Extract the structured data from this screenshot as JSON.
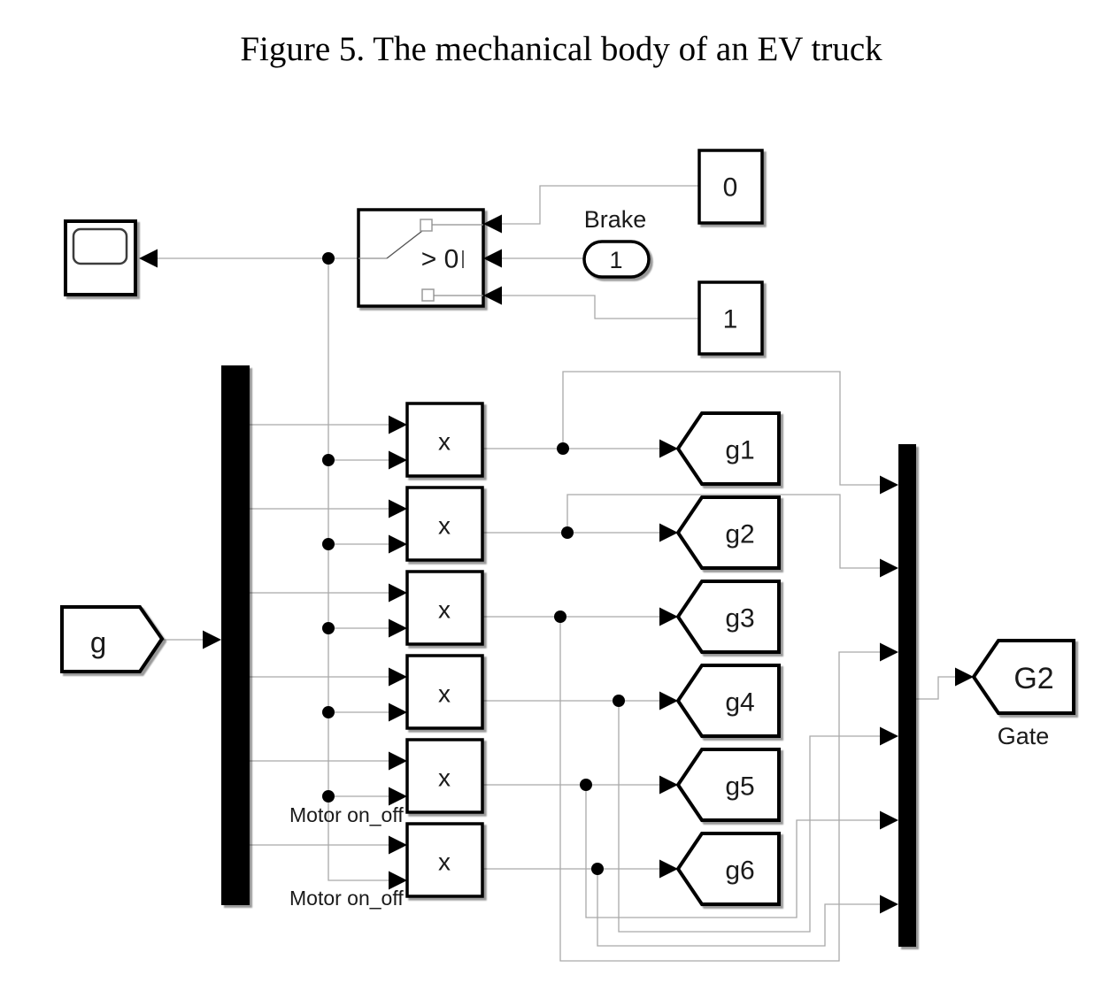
{
  "title": "Figure 5. The mechanical body of an EV truck",
  "switch": {
    "label": "> 0"
  },
  "constants": {
    "zero": "0",
    "one": "1"
  },
  "brake": {
    "caption": "Brake",
    "value": "1"
  },
  "input_port": {
    "label": "g"
  },
  "multiplier_label": "x",
  "goto_tags": [
    "g1",
    "g2",
    "g3",
    "g4",
    "g5",
    "g6"
  ],
  "gate_output": {
    "label": "G2",
    "caption": "Gate"
  },
  "annotations": {
    "motor_on_off_1": "Motor on_off",
    "motor_on_off_2": "Motor on_off"
  },
  "colors": {
    "wire": "#a9a9a9",
    "block_border": "#000000",
    "block_fill": "#ffffff",
    "background": "#ffffff"
  }
}
